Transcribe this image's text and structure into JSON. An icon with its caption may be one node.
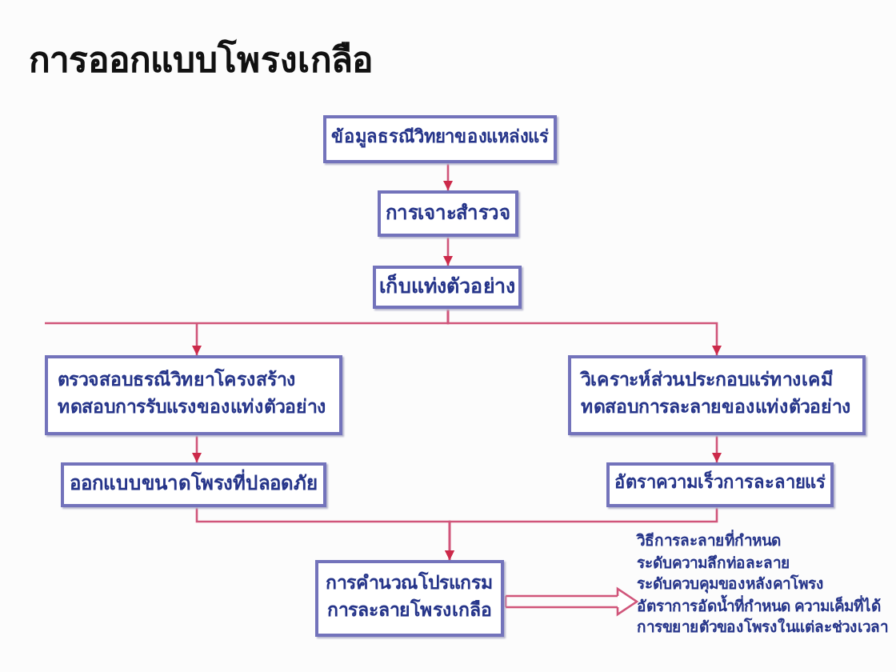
{
  "diagram": {
    "title": "การออกแบบโพรงเกลือ",
    "nodes": [
      {
        "text": [
          "ข้อมูลธรณีวิทยาของแหล่งแร่"
        ]
      },
      {
        "text": [
          "การเจาะสำรวจ"
        ]
      },
      {
        "text": [
          "เก็บแท่งตัวอย่าง"
        ]
      },
      {
        "text": [
          "ตรวจสอบธรณีวิทยาโครงสร้าง",
          "ทดสอบการรับแรงของแท่งตัวอย่าง"
        ]
      },
      {
        "text": [
          "วิเคราะห์ส่วนประกอบแร่ทางเคมี",
          "ทดสอบการละลายของแท่งตัวอย่าง"
        ]
      },
      {
        "text": [
          "ออกแบบขนาดโพรงที่ปลอดภัย"
        ]
      },
      {
        "text": [
          "อัตราความเร็วการละลายแร่"
        ]
      },
      {
        "text": [
          "การคำนวณโปรแกรม การละลายโพรงเกลือ"
        ]
      },
      {
        "text": [
          "วิธีการละลายที่กำหนด",
          "ระดับความลึกท่อละลาย",
          "ระดับควบคุมของหลังคาโพรง",
          "อัตราการอัดน้ำที่กำหนด ความเค็มที่ได้",
          "การขยายตัวของโพรงในแต่ละช่วงเวลา"
        ]
      }
    ],
    "edges": [
      {
        "from": 0,
        "to": 1,
        "arrow": "to"
      },
      {
        "from": 1,
        "to": 2,
        "arrow": "to"
      },
      {
        "from": 2,
        "to": 3,
        "arrow": "to"
      },
      {
        "from": 2,
        "to": 4,
        "arrow": "to"
      },
      {
        "from": 3,
        "to": 5,
        "arrow": "to"
      },
      {
        "from": 4,
        "to": 6,
        "arrow": "to"
      },
      {
        "from": 5,
        "to": 7,
        "arrow": "to"
      },
      {
        "from": 6,
        "to": 7,
        "arrow": "to"
      },
      {
        "from": 7,
        "to": 8,
        "arrow": "to"
      }
    ]
  }
}
